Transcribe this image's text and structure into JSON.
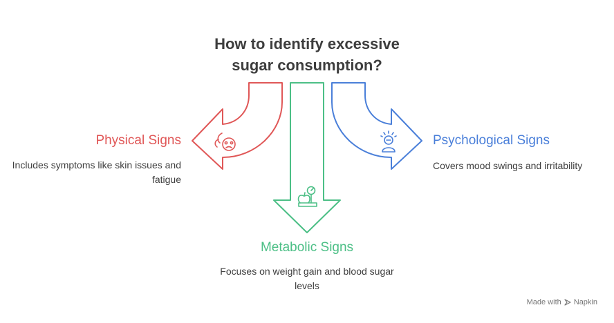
{
  "title": {
    "line1": "How to identify excessive",
    "line2": "sugar consumption?"
  },
  "branches": {
    "physical": {
      "label": "Physical Signs",
      "description": "Includes symptoms like skin issues and fatigue",
      "color": "#e05757",
      "icon": "sick-face-icon"
    },
    "metabolic": {
      "label": "Metabolic Signs",
      "description": "Focuses on weight gain and blood sugar levels",
      "color": "#4cbf86",
      "icon": "scale-apple-icon"
    },
    "psychological": {
      "label": "Psychological Signs",
      "description": "Covers mood swings and irritability",
      "color": "#4a7fd9",
      "icon": "stressed-person-icon"
    }
  },
  "footer": {
    "made_with": "Made with",
    "brand": "Napkin"
  }
}
